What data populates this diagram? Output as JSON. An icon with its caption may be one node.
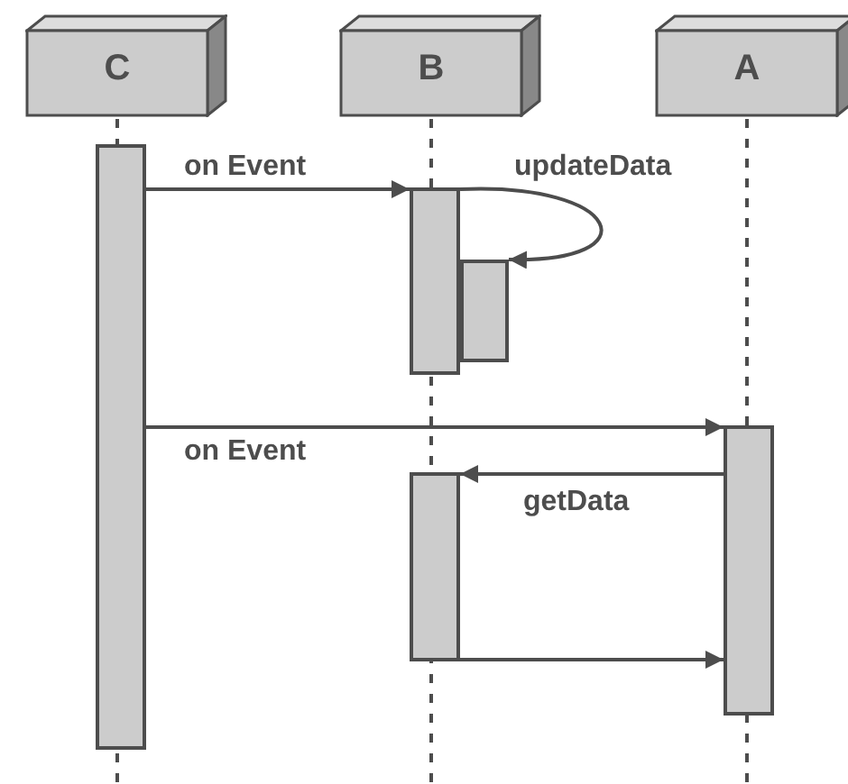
{
  "diagram": {
    "nodes": [
      {
        "text": [
          "C"
        ]
      },
      {
        "text": [
          "B"
        ]
      },
      {
        "text": [
          "A"
        ]
      },
      {
        "text": [],
        "shape": "bar"
      },
      {
        "text": [],
        "shape": "bar"
      },
      {
        "text": [],
        "shape": "bar"
      },
      {
        "text": [],
        "shape": "bar"
      },
      {
        "text": [],
        "shape": "bar"
      }
    ],
    "edges": [
      {
        "from": 3,
        "to": 4,
        "arrow": "to",
        "label": "on Event"
      },
      {
        "from": 4,
        "to": 5,
        "arrow": "to",
        "label": "updateData"
      },
      {
        "from": 3,
        "to": 6,
        "arrow": "to",
        "label": "on Event"
      },
      {
        "from": 6,
        "to": 7,
        "arrow": "to",
        "label": "getData"
      },
      {
        "from": 7,
        "to": 6,
        "arrow": "to"
      }
    ]
  }
}
